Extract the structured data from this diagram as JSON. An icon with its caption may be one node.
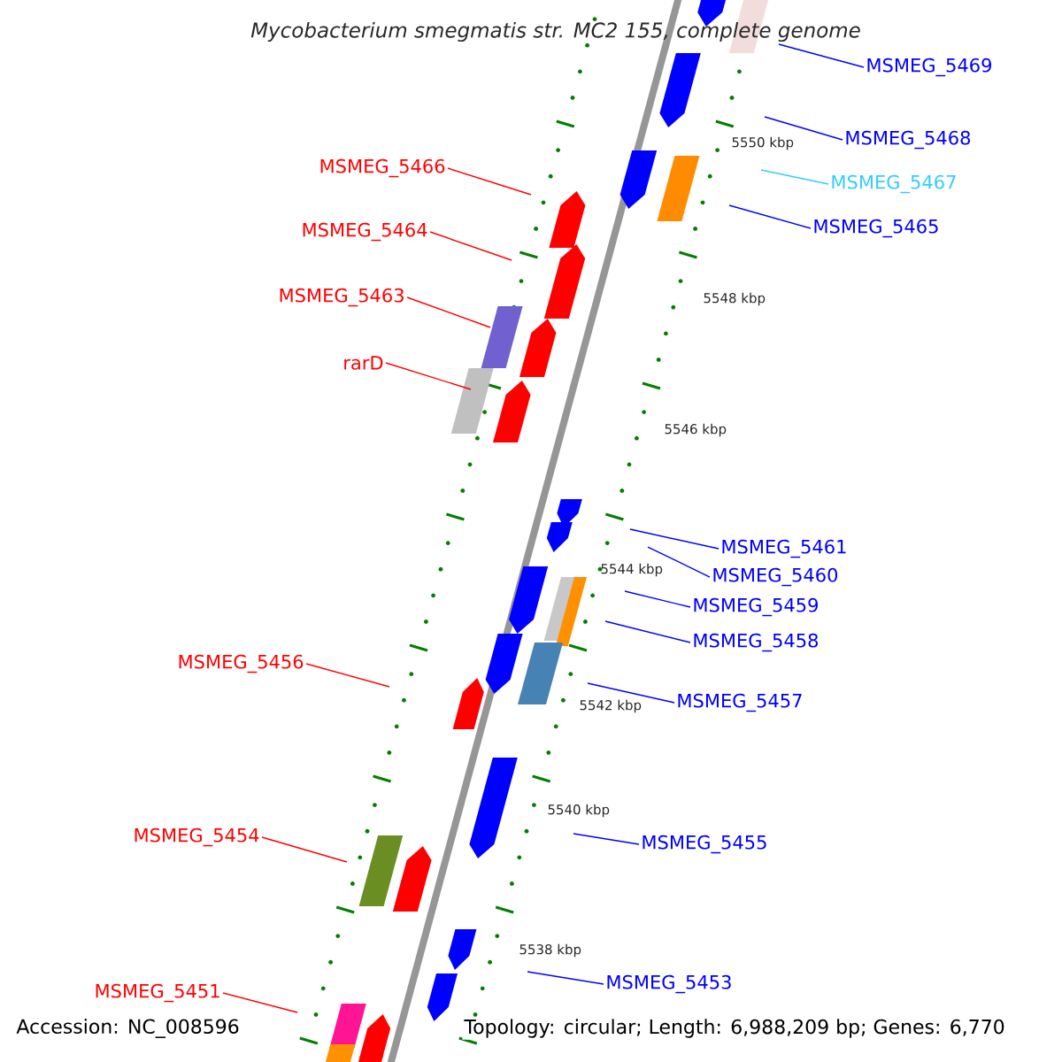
{
  "diagram": {
    "title": "Mycobacterium smegmatis str. MC2 155, complete genome",
    "nodes": [
      {
        "text": [
          "MSMEG_5469"
        ]
      },
      {
        "text": [
          "MSMEG_5468"
        ]
      },
      {
        "text": [
          "MSMEG_5467"
        ]
      },
      {
        "text": [
          "MSMEG_5465"
        ]
      },
      {
        "text": [
          "MSMEG_5466"
        ]
      },
      {
        "text": [
          "MSMEG_5464"
        ]
      },
      {
        "text": [
          "MSMEG_5463"
        ]
      },
      {
        "text": [
          "rarD"
        ]
      },
      {
        "text": [
          "MSMEG_5461"
        ]
      },
      {
        "text": [
          "MSMEG_5460"
        ]
      },
      {
        "text": [
          "MSMEG_5459"
        ]
      },
      {
        "text": [
          "MSMEG_5458"
        ]
      },
      {
        "text": [
          "MSMEG_5456"
        ]
      },
      {
        "text": [
          "MSMEG_5457"
        ]
      },
      {
        "text": [
          "MSMEG_5454"
        ]
      },
      {
        "text": [
          "MSMEG_5455"
        ]
      },
      {
        "text": [
          "MSMEG_5453"
        ]
      },
      {
        "text": [
          "MSMEG_5451"
        ]
      }
    ],
    "edges": [
      {
        "from": 0,
        "to": null,
        "arrow": "none"
      },
      {
        "from": 1,
        "to": null,
        "arrow": "none"
      },
      {
        "from": 2,
        "to": null,
        "arrow": "none",
        "color": "#33ccff"
      },
      {
        "from": 3,
        "to": null,
        "arrow": "none"
      },
      {
        "from": 4,
        "to": null,
        "arrow": "none",
        "color": "#ff0000"
      },
      {
        "from": 5,
        "to": null,
        "arrow": "none",
        "color": "#ff0000"
      },
      {
        "from": 6,
        "to": null,
        "arrow": "none",
        "color": "#ff0000"
      },
      {
        "from": 7,
        "to": null,
        "arrow": "none",
        "color": "#ff0000"
      },
      {
        "from": 8,
        "to": null,
        "arrow": "none"
      },
      {
        "from": 9,
        "to": null,
        "arrow": "none"
      },
      {
        "from": 10,
        "to": null,
        "arrow": "none"
      },
      {
        "from": 11,
        "to": null,
        "arrow": "none"
      },
      {
        "from": 12,
        "to": null,
        "arrow": "none",
        "color": "#ff0000"
      },
      {
        "from": 13,
        "to": null,
        "arrow": "none"
      },
      {
        "from": 14,
        "to": null,
        "arrow": "none",
        "color": "#ff0000"
      },
      {
        "from": 15,
        "to": null,
        "arrow": "none"
      },
      {
        "from": 16,
        "to": null,
        "arrow": "none"
      },
      {
        "from": 17,
        "to": null,
        "arrow": "none",
        "color": "#ff0000"
      }
    ],
    "labels": [
      "5550 kbp",
      "5548 kbp",
      "5546 kbp",
      "5544 kbp",
      "5542 kbp",
      "5540 kbp",
      "5538 kbp",
      "Accession: NC_008596",
      "Topology: circular; Length: 6,988,209 bp; Genes: 6,770"
    ]
  }
}
